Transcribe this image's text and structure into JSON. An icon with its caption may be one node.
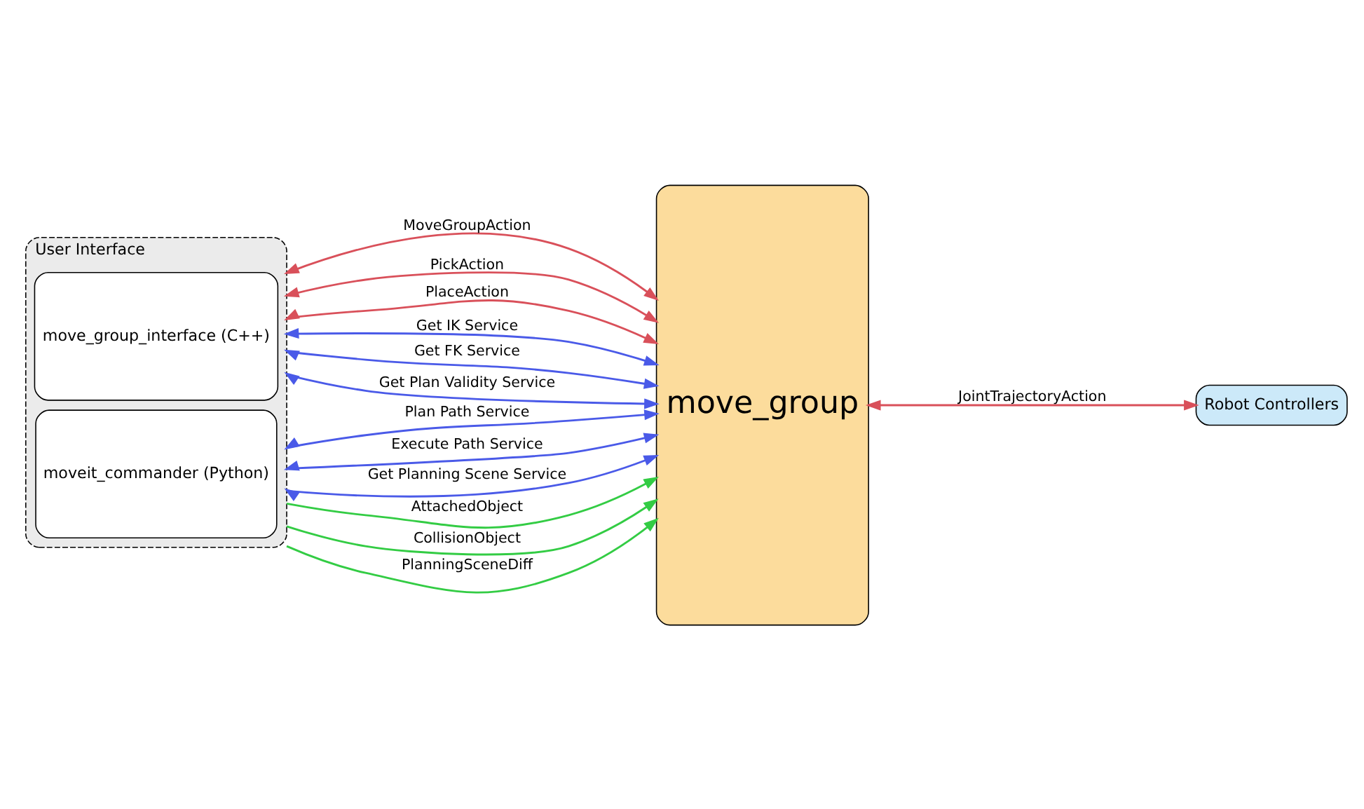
{
  "diagram": {
    "nodes": [
      {
        "text": [
          "User Interface"
        ]
      },
      {
        "text": [
          "move_group_interface (C++)"
        ],
        "in": 0
      },
      {
        "text": [
          "moveit_commander (Python)"
        ],
        "in": 0
      },
      {
        "text": [
          "move_group"
        ]
      },
      {
        "text": [
          "Robot Controllers"
        ]
      }
    ],
    "edges": [
      {
        "from": 0,
        "to": 3,
        "arrow": "both",
        "label": "MoveGroupAction",
        "color": "#d9505a"
      },
      {
        "from": 0,
        "to": 3,
        "arrow": "both",
        "label": "PickAction",
        "color": "#d9505a"
      },
      {
        "from": 0,
        "to": 3,
        "arrow": "both",
        "label": "PlaceAction",
        "color": "#d9505a"
      },
      {
        "from": 0,
        "to": 3,
        "arrow": "both",
        "label": "Get IK Service"
      },
      {
        "from": 0,
        "to": 3,
        "arrow": "both",
        "label": "Get FK Service"
      },
      {
        "from": 0,
        "to": 3,
        "arrow": "both",
        "label": "Get Plan Validity Service"
      },
      {
        "from": 0,
        "to": 3,
        "arrow": "both",
        "label": "Plan Path Service"
      },
      {
        "from": 0,
        "to": 3,
        "arrow": "both",
        "label": "Execute Path Service"
      },
      {
        "from": 0,
        "to": 3,
        "arrow": "both",
        "label": "Get Planning Scene Service"
      },
      {
        "from": 0,
        "to": 3,
        "arrow": "to",
        "label": "AttachedObject",
        "color": "#33cc44"
      },
      {
        "from": 0,
        "to": 3,
        "arrow": "to",
        "label": "CollisionObject",
        "color": "#33cc44"
      },
      {
        "from": 0,
        "to": 3,
        "arrow": "to",
        "label": "PlanningSceneDiff",
        "color": "#33cc44"
      },
      {
        "from": 3,
        "to": 4,
        "arrow": "both",
        "label": "JointTrajectoryAction",
        "color": "#d9505a"
      }
    ]
  }
}
